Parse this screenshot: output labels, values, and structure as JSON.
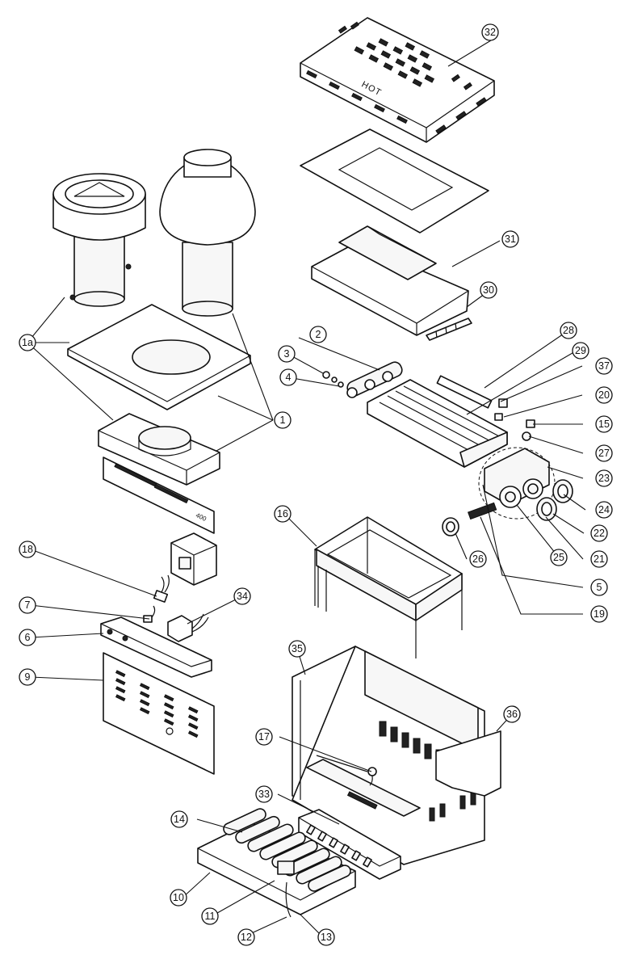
{
  "cover_label": "HOT",
  "panel_model_label": "400",
  "callouts": [
    {
      "id": "c1a",
      "label": "1a"
    },
    {
      "id": "c1",
      "label": "1"
    },
    {
      "id": "c2",
      "label": "2"
    },
    {
      "id": "c3",
      "label": "3"
    },
    {
      "id": "c4",
      "label": "4"
    },
    {
      "id": "c5",
      "label": "5"
    },
    {
      "id": "c6",
      "label": "6"
    },
    {
      "id": "c7",
      "label": "7"
    },
    {
      "id": "c9",
      "label": "9"
    },
    {
      "id": "c10",
      "label": "10"
    },
    {
      "id": "c11",
      "label": "11"
    },
    {
      "id": "c12",
      "label": "12"
    },
    {
      "id": "c13",
      "label": "13"
    },
    {
      "id": "c14",
      "label": "14"
    },
    {
      "id": "c15",
      "label": "15"
    },
    {
      "id": "c16",
      "label": "16"
    },
    {
      "id": "c17",
      "label": "17"
    },
    {
      "id": "c18",
      "label": "18"
    },
    {
      "id": "c19",
      "label": "19"
    },
    {
      "id": "c20",
      "label": "20"
    },
    {
      "id": "c21",
      "label": "21"
    },
    {
      "id": "c22",
      "label": "22"
    },
    {
      "id": "c23",
      "label": "23"
    },
    {
      "id": "c24",
      "label": "24"
    },
    {
      "id": "c25",
      "label": "25"
    },
    {
      "id": "c26",
      "label": "26"
    },
    {
      "id": "c27",
      "label": "27"
    },
    {
      "id": "c28",
      "label": "28"
    },
    {
      "id": "c29",
      "label": "29"
    },
    {
      "id": "c30",
      "label": "30"
    },
    {
      "id": "c31",
      "label": "31"
    },
    {
      "id": "c32",
      "label": "32"
    },
    {
      "id": "c33",
      "label": "33"
    },
    {
      "id": "c34",
      "label": "34"
    },
    {
      "id": "c35",
      "label": "35"
    },
    {
      "id": "c36",
      "label": "36"
    },
    {
      "id": "c37",
      "label": "37"
    }
  ]
}
